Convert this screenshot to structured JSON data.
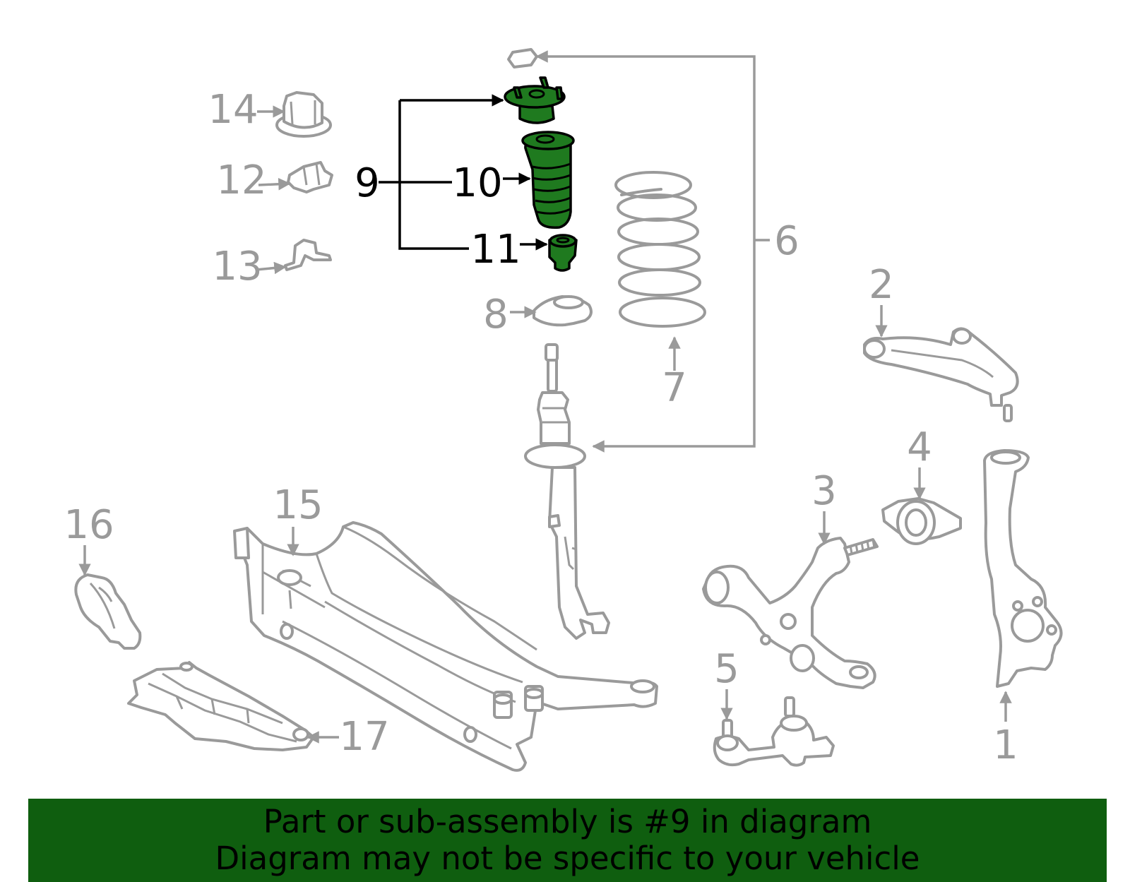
{
  "colors": {
    "banner_bg": "#0f5e0f",
    "banner_text": "#000000",
    "highlight_fill": "#1f7a1f",
    "highlight_stroke": "#000000",
    "part_stroke": "#9a9a9a",
    "label_gray": "#9a9a9a",
    "label_black": "#000000"
  },
  "callouts": [
    {
      "id": "1",
      "text": "1",
      "highlighted": false
    },
    {
      "id": "2",
      "text": "2",
      "highlighted": false
    },
    {
      "id": "3",
      "text": "3",
      "highlighted": false
    },
    {
      "id": "4",
      "text": "4",
      "highlighted": false
    },
    {
      "id": "5",
      "text": "5",
      "highlighted": false
    },
    {
      "id": "6",
      "text": "6",
      "highlighted": false
    },
    {
      "id": "7",
      "text": "7",
      "highlighted": false
    },
    {
      "id": "8",
      "text": "8",
      "highlighted": false
    },
    {
      "id": "9",
      "text": "9",
      "highlighted": true
    },
    {
      "id": "10",
      "text": "10",
      "highlighted": true
    },
    {
      "id": "11",
      "text": "11",
      "highlighted": true
    },
    {
      "id": "12",
      "text": "12",
      "highlighted": false
    },
    {
      "id": "13",
      "text": "13",
      "highlighted": false
    },
    {
      "id": "14",
      "text": "14",
      "highlighted": false
    },
    {
      "id": "15",
      "text": "15",
      "highlighted": false
    },
    {
      "id": "16",
      "text": "16",
      "highlighted": false
    },
    {
      "id": "17",
      "text": "17",
      "highlighted": false
    }
  ],
  "banner": {
    "line1": "Part or sub-assembly is #9 in diagram",
    "line2": "Diagram may not be specific to your vehicle"
  }
}
